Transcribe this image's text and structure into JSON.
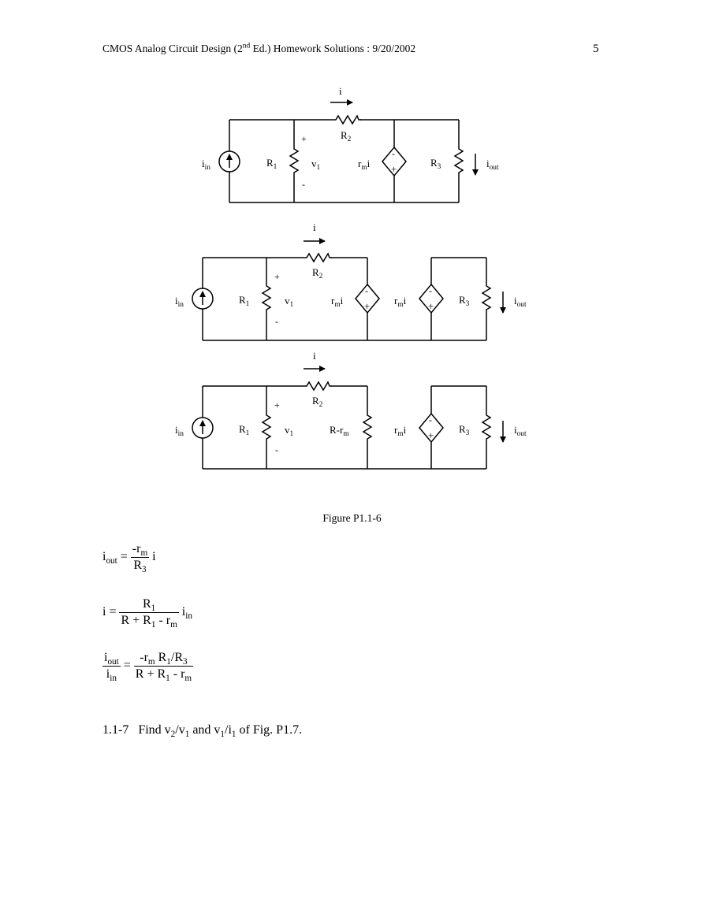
{
  "header": {
    "title_pre": "CMOS Analog Circuit Design (2",
    "title_sup": "nd",
    "title_post": " Ed.) Homework Solutions : 9/20/2002",
    "page_number": "5"
  },
  "circuit_labels": {
    "current_arrow": "i",
    "iin_main": "i",
    "iin_sub": "in",
    "r1_main": "R",
    "r1_sub": "1",
    "r2_main": "R",
    "r2_sub": "2",
    "r3_main": "R",
    "r3_sub": "3",
    "v1_main": "v",
    "v1_sub": "1",
    "rmi_main": "r",
    "rmi_sub": "m",
    "rmi_tail": "i",
    "iout_main": "i",
    "iout_sub": "out",
    "plus": "+",
    "minus": "-",
    "r_minus_rm_main": "R-r",
    "r_minus_rm_sub": "m"
  },
  "caption": "Figure P1.1-6",
  "equations": {
    "eq1": {
      "lhs_main": "i",
      "lhs_sub": "out",
      "eq": "=",
      "num_main": "-r",
      "num_sub": "m",
      "den_main": "R",
      "den_sub": "3",
      "tail": "i"
    },
    "eq2": {
      "lhs": "i =",
      "num_main": "R",
      "num_sub": "1",
      "den_a": "R + R",
      "den_a_sub": "1",
      "den_b": " - r",
      "den_b_sub": "m",
      "tail_main": "i",
      "tail_sub": "in"
    },
    "eq3": {
      "lnum_main": "i",
      "lnum_sub": "out",
      "lden_main": "i",
      "lden_sub": "in",
      "eq": "=",
      "num_a": "-r",
      "num_a_sub": "m",
      "num_b": " R",
      "num_b_sub": "1",
      "num_c": "/R",
      "num_c_sub": "3",
      "den_a": "R + R",
      "den_a_sub": "1",
      "den_b": " - r",
      "den_b_sub": "m"
    }
  },
  "problem": {
    "number": "1.1-7",
    "text_a": "Find v",
    "sub_a": "2",
    "text_b": "/v",
    "sub_b": "1",
    "text_c": " and v",
    "sub_c": "1",
    "text_d": "/i",
    "sub_d": "1",
    "text_e": " of Fig. P1.7."
  }
}
